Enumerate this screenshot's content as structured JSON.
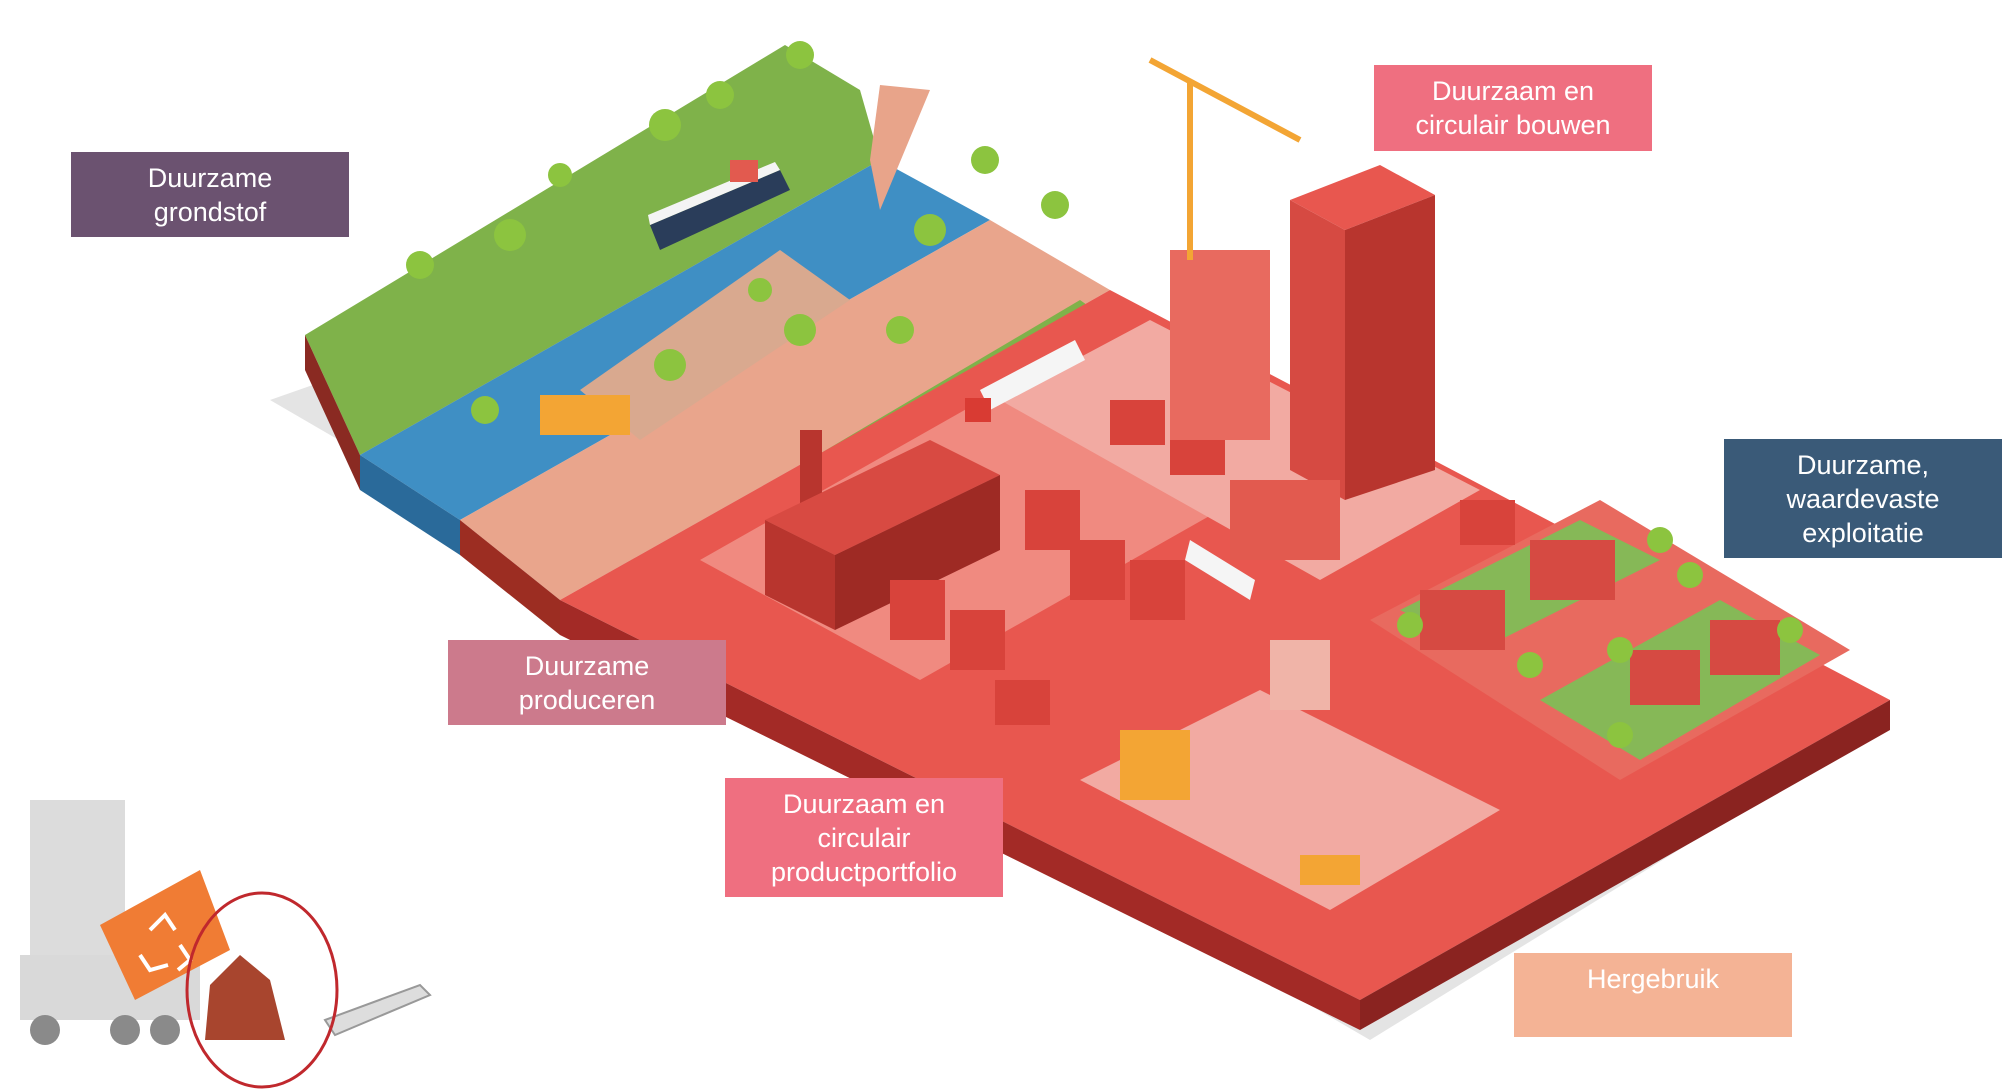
{
  "labels": {
    "grondstof": {
      "text": "Duurzame\ngrondstof",
      "color": "#6b5270"
    },
    "bouwen": {
      "text": "Duurzaam en\ncirculair bouwen",
      "color": "#ef6f80"
    },
    "exploitatie": {
      "text": "Duurzame,\nwaardevaste\nexploitatie",
      "color": "#3a5a78"
    },
    "produceren": {
      "text": "Duurzame\nproduceren",
      "color": "#cc7a8c"
    },
    "portfolio": {
      "text": "Duurzaam en\ncirculair\nproductportfolio",
      "color": "#ef6f80"
    },
    "hergebruik": {
      "text": "Hergebruik",
      "color": "#f4b395"
    }
  },
  "colors": {
    "platform_top": "#e8574f",
    "platform_side": "#a32a26",
    "grass": "#7fb24a",
    "water": "#3f8fc4",
    "highlight_circle": "#c0282d",
    "recycle_container": "#f07c34"
  },
  "icons": [
    "recycle-icon",
    "truck-icon",
    "crane-icon",
    "factory-icon",
    "ship-icon",
    "excavator-icon",
    "conveyor-icon"
  ]
}
